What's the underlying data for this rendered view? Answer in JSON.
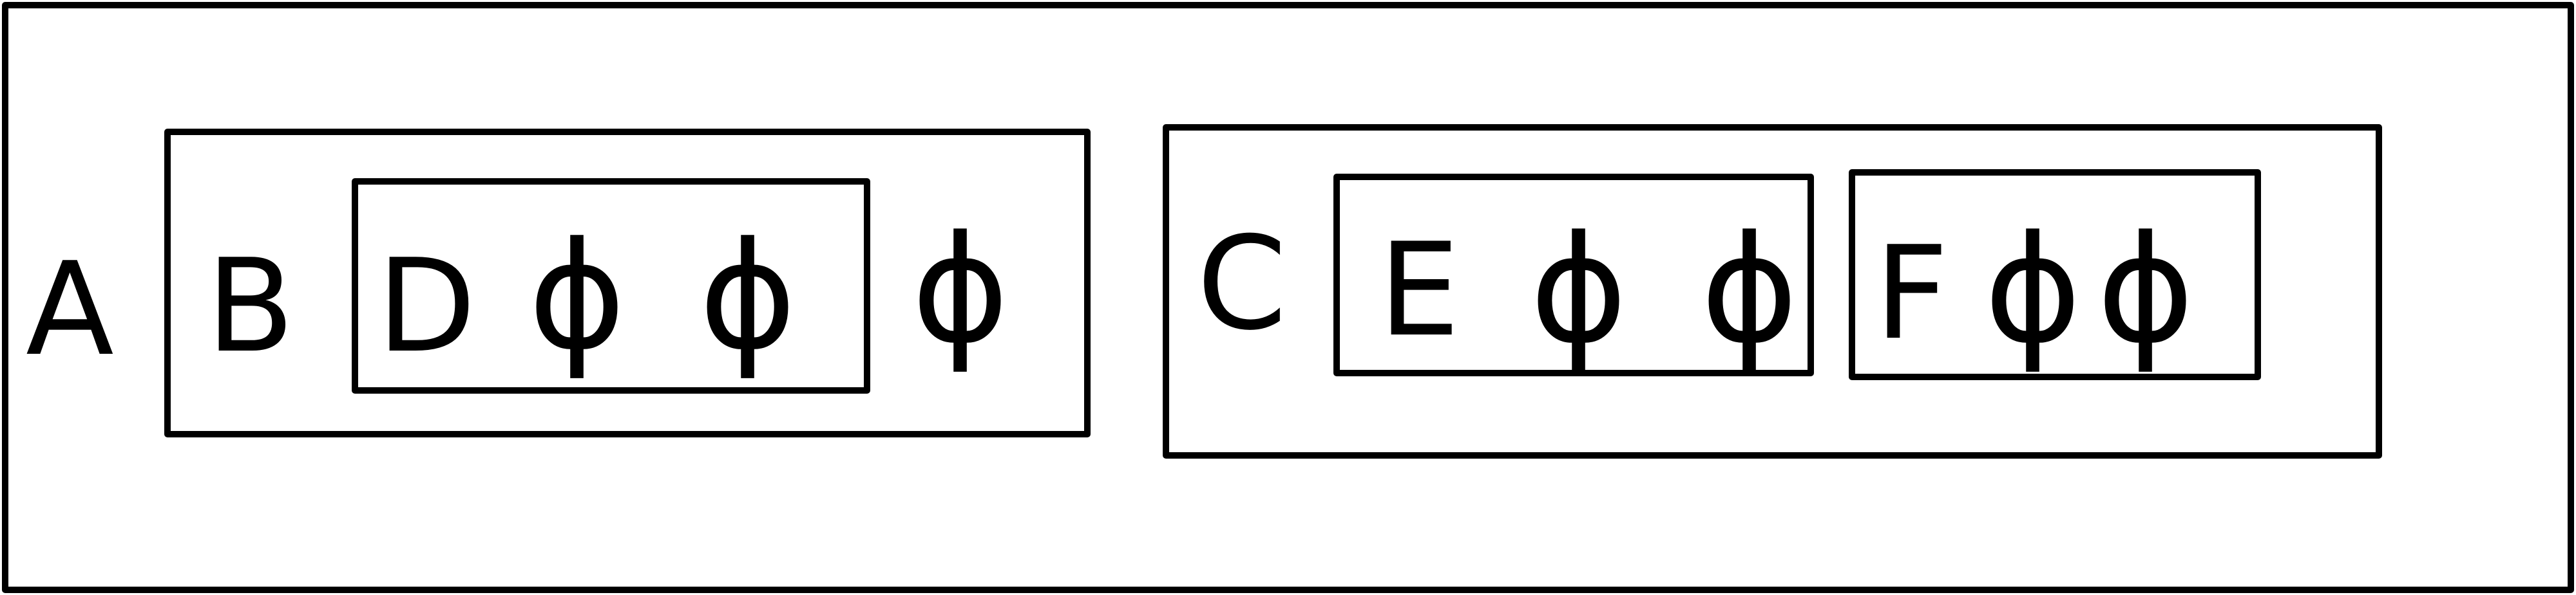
{
  "diagram": {
    "labels": {
      "a": "A",
      "b": "B",
      "c": "C",
      "d": "D",
      "e": "E",
      "f": "F"
    },
    "empty_symbol": "ϕ"
  }
}
